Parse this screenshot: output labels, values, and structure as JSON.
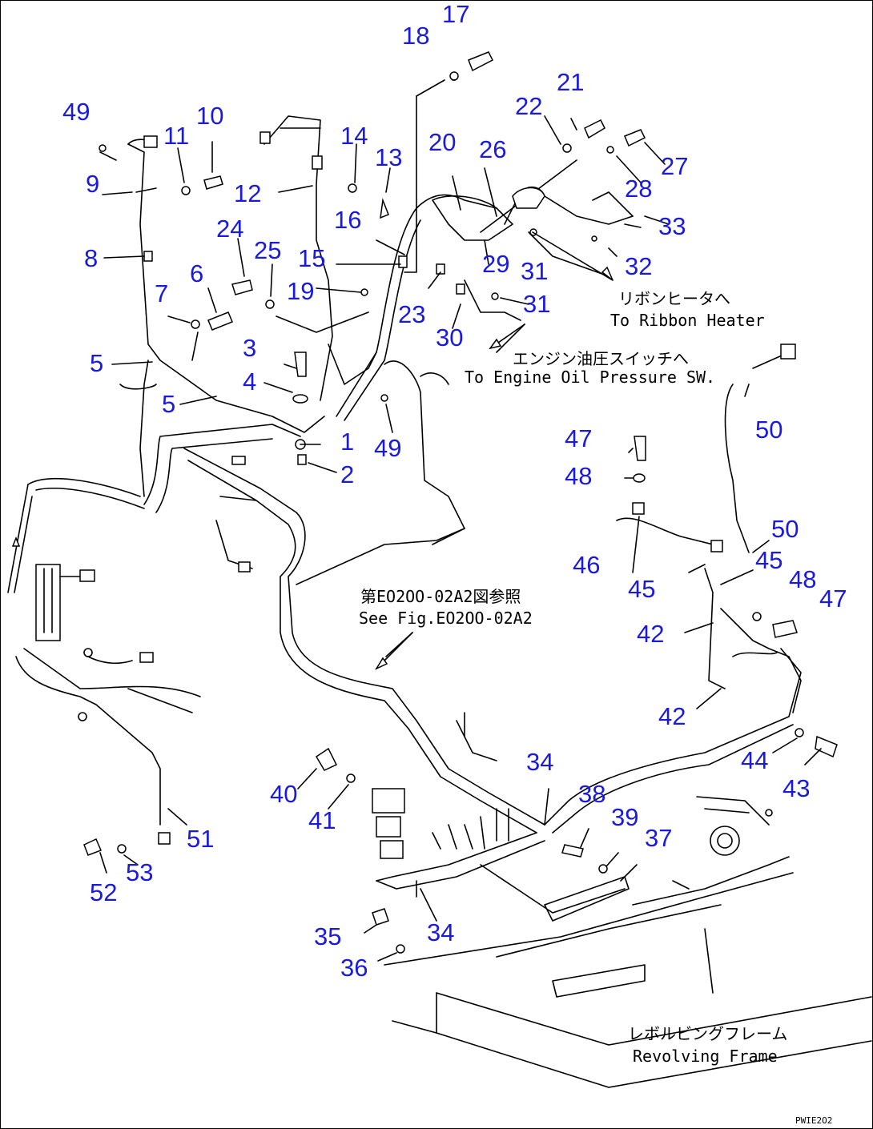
{
  "callouts": [
    "1",
    "2",
    "3",
    "4",
    "5",
    "5",
    "6",
    "7",
    "8",
    "9",
    "10",
    "11",
    "12",
    "13",
    "14",
    "15",
    "16",
    "17",
    "18",
    "19",
    "20",
    "21",
    "22",
    "23",
    "24",
    "25",
    "26",
    "27",
    "28",
    "29",
    "30",
    "31",
    "31",
    "32",
    "33",
    "34",
    "34",
    "35",
    "36",
    "37",
    "38",
    "39",
    "40",
    "41",
    "42",
    "42",
    "43",
    "44",
    "45",
    "45",
    "46",
    "47",
    "47",
    "48",
    "48",
    "49",
    "49",
    "50",
    "50",
    "51",
    "52",
    "53"
  ],
  "notes": {
    "ribbon_jp": "リボンヒータへ",
    "ribbon_en": "To Ribbon Heater",
    "oil_jp": "エンジン油圧スイッチへ",
    "oil_en": "To Engine Oil Pressure SW.",
    "fig_jp": "第EO2OO-02A2図参照",
    "fig_en": "See Fig.EO2OO-02A2",
    "frame_jp": "レボルビングフレーム",
    "frame_en": "Revolving Frame"
  },
  "drawing_code": "PWIE2O2"
}
